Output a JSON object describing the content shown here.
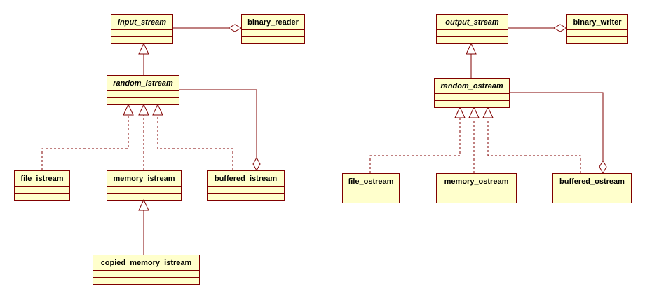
{
  "colors": {
    "box_fill": "#ffffcc",
    "border": "#800000",
    "line": "#800000",
    "text": "#000000",
    "background": "#ffffff"
  },
  "classes": [
    {
      "id": "input_stream",
      "name": "input_stream",
      "abstract": true
    },
    {
      "id": "binary_reader",
      "name": "binary_reader",
      "abstract": false
    },
    {
      "id": "random_istream",
      "name": "random_istream",
      "abstract": true
    },
    {
      "id": "file_istream",
      "name": "file_istream",
      "abstract": false
    },
    {
      "id": "memory_istream",
      "name": "memory_istream",
      "abstract": false
    },
    {
      "id": "buffered_istream",
      "name": "buffered_istream",
      "abstract": false
    },
    {
      "id": "copied_memory_istream",
      "name": "copied_memory_istream",
      "abstract": false
    },
    {
      "id": "output_stream",
      "name": "output_stream",
      "abstract": true
    },
    {
      "id": "binary_writer",
      "name": "binary_writer",
      "abstract": false
    },
    {
      "id": "random_ostream",
      "name": "random_ostream",
      "abstract": true
    },
    {
      "id": "file_ostream",
      "name": "file_ostream",
      "abstract": false
    },
    {
      "id": "memory_ostream",
      "name": "memory_ostream",
      "abstract": false
    },
    {
      "id": "buffered_ostream",
      "name": "buffered_ostream",
      "abstract": false
    }
  ],
  "relationships": [
    {
      "type": "aggregation",
      "from": "binary_reader",
      "to": "input_stream"
    },
    {
      "type": "generalization",
      "from": "random_istream",
      "to": "input_stream"
    },
    {
      "type": "realization",
      "from": "file_istream",
      "to": "random_istream"
    },
    {
      "type": "realization",
      "from": "memory_istream",
      "to": "random_istream"
    },
    {
      "type": "realization",
      "from": "buffered_istream",
      "to": "random_istream"
    },
    {
      "type": "aggregation",
      "from": "random_istream",
      "to": "buffered_istream"
    },
    {
      "type": "generalization",
      "from": "copied_memory_istream",
      "to": "memory_istream"
    },
    {
      "type": "aggregation",
      "from": "binary_writer",
      "to": "output_stream"
    },
    {
      "type": "generalization",
      "from": "random_ostream",
      "to": "output_stream"
    },
    {
      "type": "realization",
      "from": "file_ostream",
      "to": "random_ostream"
    },
    {
      "type": "realization",
      "from": "memory_ostream",
      "to": "random_ostream"
    },
    {
      "type": "realization",
      "from": "buffered_ostream",
      "to": "random_ostream"
    },
    {
      "type": "aggregation",
      "from": "random_ostream",
      "to": "buffered_ostream"
    }
  ]
}
